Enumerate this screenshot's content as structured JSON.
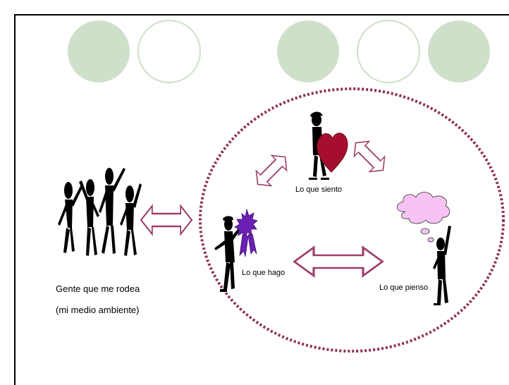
{
  "colors": {
    "circle_fill": "#cfe0ca",
    "circle_outline": "#cfe0ca",
    "dotted_ring": "#8f2f58",
    "arrow_fill": "#ffffff",
    "arrow_stroke": "#9d3e6a",
    "figure": "#000000",
    "heart": "#a50f2d",
    "badge": "#6a1fb5",
    "thought_cloud": "#f6c3f2"
  },
  "icons": {
    "people_group": "people-group-icon",
    "person_with_heart": "person-with-heart-icon",
    "person_with_badge": "person-with-badge-icon",
    "person_thinking": "person-thinking-icon",
    "arrows": "double-arrow-icon"
  },
  "labels": {
    "people": "Gente que me rodea",
    "environment": "(mi medio ambiente)",
    "feel": "Lo que siento",
    "do": "Lo que hago",
    "think": "Lo que pienso"
  }
}
